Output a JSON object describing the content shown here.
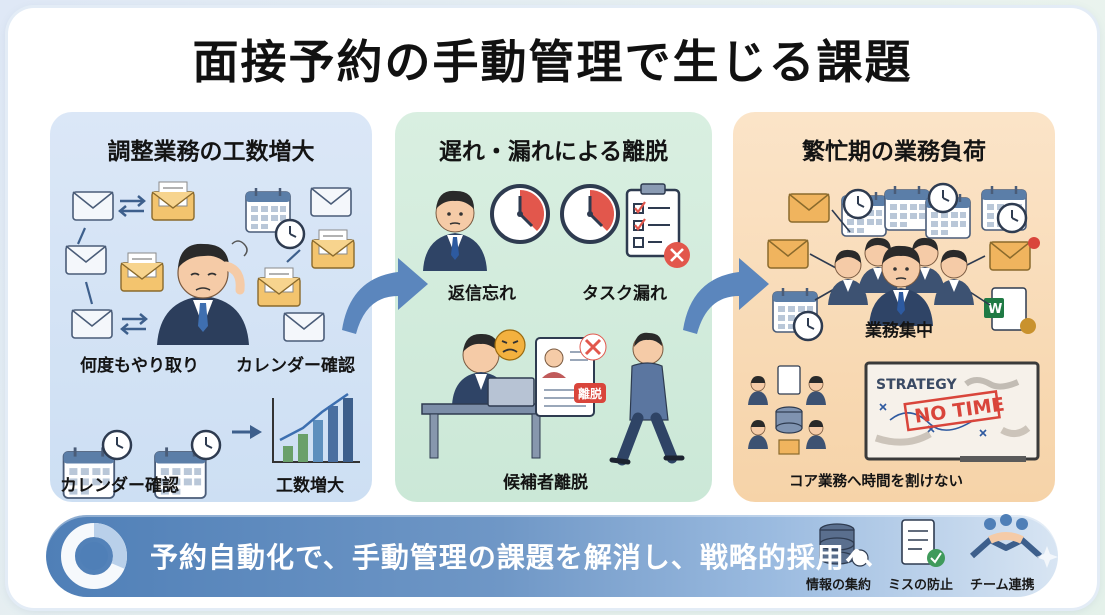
{
  "title": "面接予約の手動管理で生じる課題",
  "panels": [
    {
      "title": "調整業務の工数増大",
      "labels": [
        "何度もやり取り",
        "カレンダー確認",
        "カレンダー確認",
        "工数増大"
      ]
    },
    {
      "title": "遅れ・漏れによる離脱",
      "labels": [
        "返信忘れ",
        "タスク漏れ",
        "候補者離脱"
      ],
      "tag": "離脱"
    },
    {
      "title": "繁忙期の業務負荷",
      "labels": [
        "業務集中",
        "コア業務へ時間を割けない"
      ],
      "board_text": "STRATEGY",
      "stamp_text": "NO TIME"
    }
  ],
  "banner": {
    "text": "予約自動化で、手動管理の課題を解消し、戦略的採用へ",
    "icons": [
      {
        "label": "情報の集約",
        "icon": "database-icon"
      },
      {
        "label": "ミスの防止",
        "icon": "checklist-icon"
      },
      {
        "label": "チーム連携",
        "icon": "handshake-icon"
      }
    ]
  },
  "colors": {
    "panel1": "#dbe7f7",
    "panel2": "#d9efe1",
    "panel3": "#fbe4c8",
    "banner": "#4f7fb7",
    "arrow": "#5b86bd"
  }
}
